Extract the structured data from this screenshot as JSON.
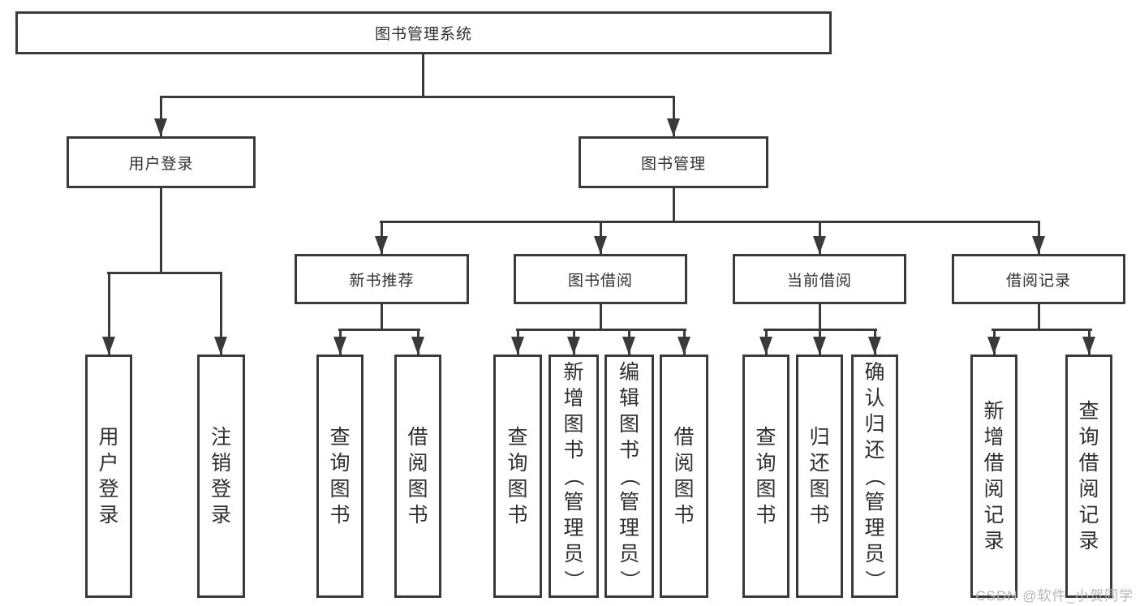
{
  "root": {
    "label": "图书管理系统",
    "children": [
      {
        "label": "用户登录",
        "children": [
          {
            "label": "用户登录"
          },
          {
            "label": "注销登录"
          }
        ]
      },
      {
        "label": "图书管理",
        "children": [
          {
            "label": "新书推荐",
            "children": [
              {
                "label": "查询图书"
              },
              {
                "label": "借阅图书"
              }
            ]
          },
          {
            "label": "图书借阅",
            "children": [
              {
                "label": "查询图书"
              },
              {
                "label": "新增图书（管理员）"
              },
              {
                "label": "编辑图书（管理员）"
              },
              {
                "label": "借阅图书"
              }
            ]
          },
          {
            "label": "当前借阅",
            "children": [
              {
                "label": "查询图书"
              },
              {
                "label": "归还图书"
              },
              {
                "label": "确认归还（管理员）"
              }
            ]
          },
          {
            "label": "借阅记录",
            "children": [
              {
                "label": "新增借阅记录"
              },
              {
                "label": "查询借阅记录"
              }
            ]
          }
        ]
      }
    ]
  },
  "watermark": {
    "text": "CSDN @软件_小贺同学"
  },
  "colors": {
    "line": "#3a3a3a",
    "text": "#2f2f2f",
    "watermark": "#b5b5b5",
    "background": "#ffffff"
  }
}
